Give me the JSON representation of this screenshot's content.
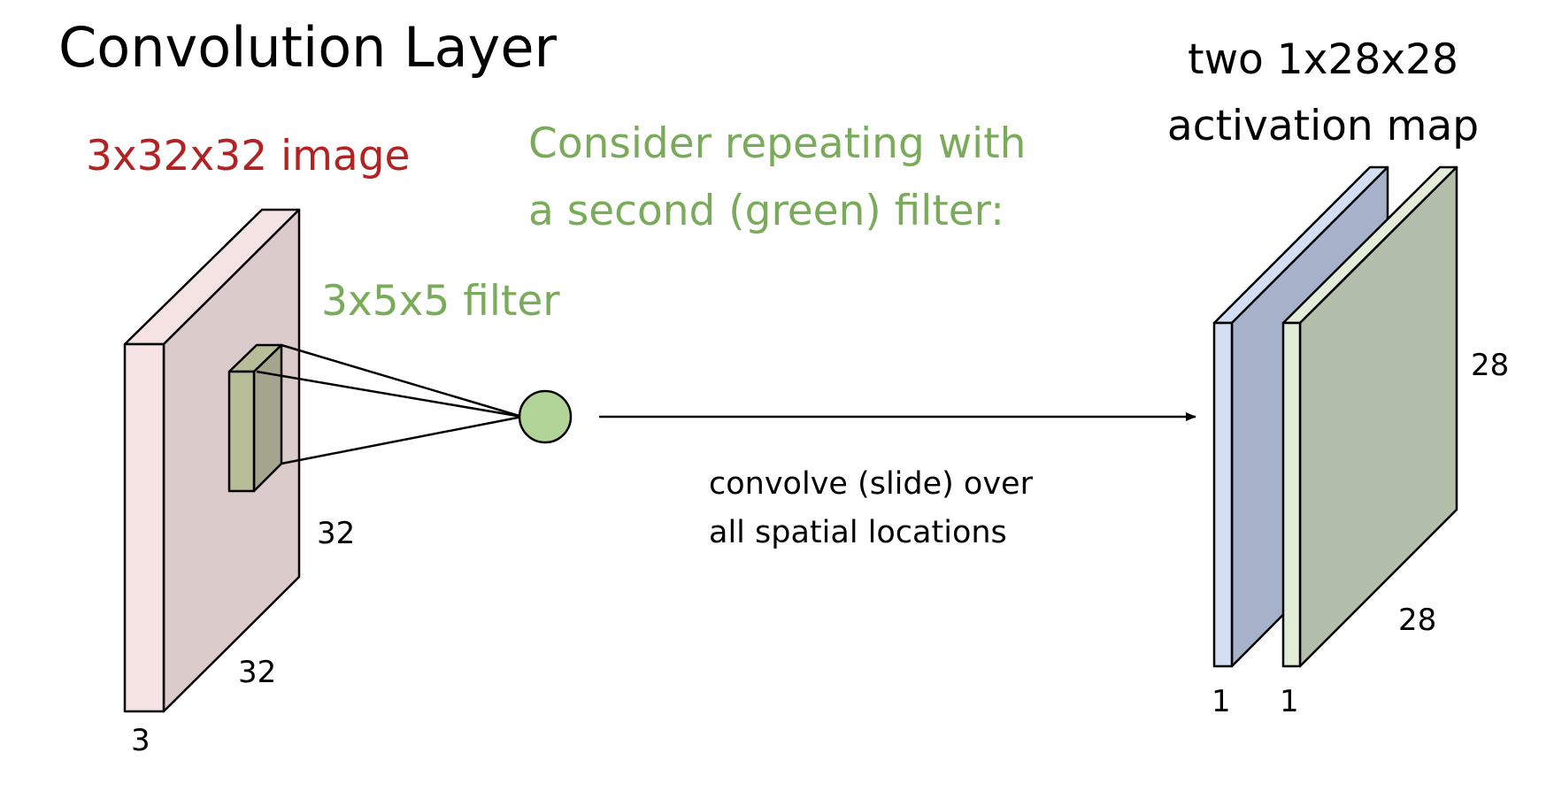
{
  "title": "Convolution Layer",
  "input": {
    "heading": "3x32x32 image",
    "height_label": "32",
    "width_label": "32",
    "depth_label": "3"
  },
  "filter": {
    "heading": "3x5x5 filter"
  },
  "note": {
    "line1": "Consider repeating with",
    "line2": "a second (green) filter:"
  },
  "operation": {
    "line1": "convolve (slide) over",
    "line2": "all spatial locations"
  },
  "output": {
    "line1": "two 1x28x28",
    "line2": "activation map",
    "height_label": "28",
    "width_label": "28",
    "depth_label_1": "1",
    "depth_label_2": "1"
  },
  "colors": {
    "input_heading": "#b22222",
    "green_text": "#7aab5b",
    "input_front": "#f5e3e3",
    "input_side": "#dccbcb",
    "filter_front": "#b7bd96",
    "filter_side": "#a4a58e",
    "neuron": "#b3d498",
    "map1_front": "#d2dff2",
    "map1_side": "#a5b2c9",
    "map2_front": "#e2ecd6",
    "map2_side": "#b3bfab"
  }
}
